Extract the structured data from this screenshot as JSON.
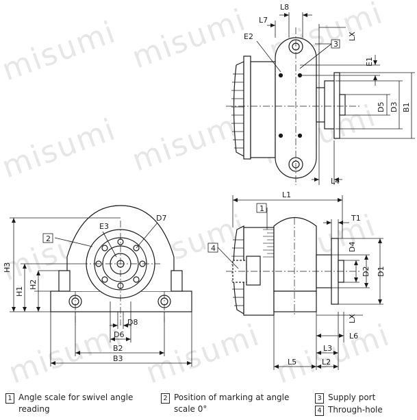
{
  "watermark": "misumi",
  "dimensions": {
    "L8": "L8",
    "L7": "L7",
    "E2": "E2",
    "LX": "LX",
    "E1": "E1",
    "D5": "D5",
    "D3": "D3",
    "B1": "B1",
    "L4": "L4",
    "L1": "L1",
    "T1": "T1",
    "D4": "D4",
    "D2": "D2",
    "D1": "D1",
    "L6": "L6",
    "L3": "L3",
    "L5": "L5",
    "L2": "L2",
    "H3": "H3",
    "H2": "H2",
    "H1": "H1",
    "E3": "E3",
    "D7": "D7",
    "D8": "D8",
    "D6": "D6",
    "B2": "B2",
    "B3": "B3"
  },
  "callouts": {
    "c1": "1",
    "c2": "2",
    "c3": "3",
    "c4": "4"
  },
  "legend": {
    "item1": {
      "num": "1",
      "line1": "Angle scale for swivel angle",
      "line2": "reading"
    },
    "item2": {
      "num": "2",
      "line1": "Position of marking at angle",
      "line2": "scale 0°"
    },
    "item3": {
      "num": "3",
      "line1": "Supply port"
    },
    "item4": {
      "num": "4",
      "line1": "Through-hole"
    }
  }
}
